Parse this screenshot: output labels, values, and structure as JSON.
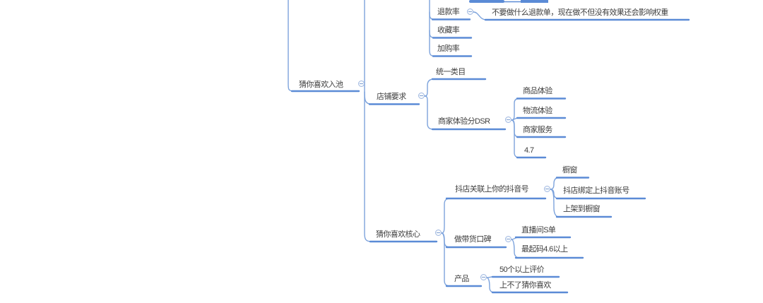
{
  "app": {
    "kind": "mindmap-canvas",
    "background": "#ffffff"
  },
  "colors": {
    "branch_line": "#7da3dc",
    "node_underline": "#5b8bd6",
    "text": "#3e3e3e",
    "collapse_icon_border": "#9fb7e0"
  },
  "icons": {
    "collapse": "minus-circle"
  },
  "mindmap": {
    "pool": {
      "label": "猜你喜欢入池"
    },
    "metrics": {
      "refund_rate": {
        "label": "退款率",
        "note": "不要做什么退款单，现在做不但没有效果还会影响权重"
      },
      "favorite_rate": {
        "label": "收藏率"
      },
      "add_cart_rate": {
        "label": "加购率"
      }
    },
    "shop_requirements": {
      "label": "店铺要求",
      "unified_category": {
        "label": "统一类目"
      },
      "dsr": {
        "label": "商家体验分DSR",
        "product_experience": {
          "label": "商品体验"
        },
        "logistics_experience": {
          "label": "物流体验"
        },
        "merchant_service": {
          "label": "商家服务"
        },
        "score": {
          "label": "4.7"
        }
      }
    },
    "core": {
      "label": "猜你喜欢核心",
      "douyin_account": {
        "label": "抖店关联上你的抖音号",
        "showcase": {
          "label": "橱窗"
        },
        "bind_account": {
          "label": "抖店绑定上抖音账号"
        },
        "list_to_showcase": {
          "label": "上架到橱窗"
        }
      },
      "sales_reputation": {
        "label": "做带货口碑",
        "live_room_s_order": {
          "label": "直播间S单"
        },
        "minimum_score": {
          "label": "最起码4.6以上"
        }
      },
      "product": {
        "label": "产品",
        "reviews_50plus": {
          "label": "50个以上评价"
        },
        "cannot_enter": {
          "label": "上不了猜你喜欢"
        }
      }
    }
  }
}
